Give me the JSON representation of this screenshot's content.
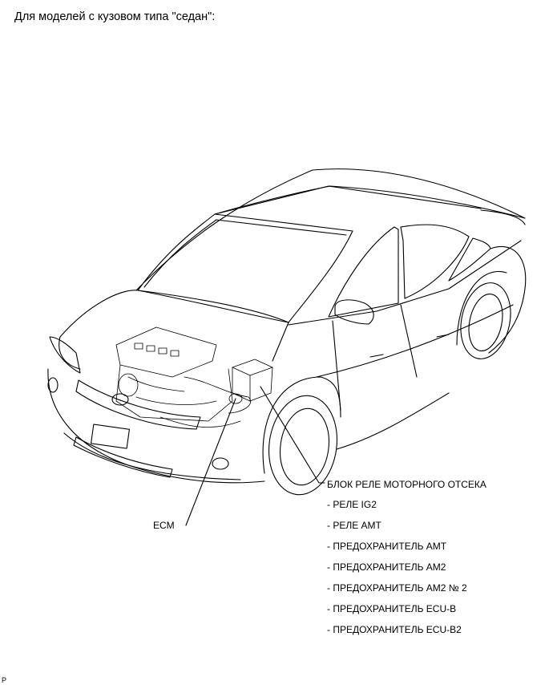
{
  "title": "Для моделей с кузовом типа \"седан\":",
  "labels": {
    "ecm": "ECM",
    "relay_block": "БЛОК РЕЛЕ МОТОРНОГО ОТСЕКА",
    "items": [
      "- РЕЛЕ IG2",
      "- РЕЛЕ AMT",
      "- ПРЕДОХРАНИТЕЛЬ AMT",
      "- ПРЕДОХРАНИТЕЛЬ AM2",
      "- ПРЕДОХРАНИТЕЛЬ AM2 № 2",
      "- ПРЕДОХРАНИТЕЛЬ ECU-B",
      "- ПРЕДОХРАНИТЕЛЬ ECU-B2"
    ]
  },
  "corner_mark": "P",
  "icons": {
    "car": "sedan-illustration-icon"
  }
}
